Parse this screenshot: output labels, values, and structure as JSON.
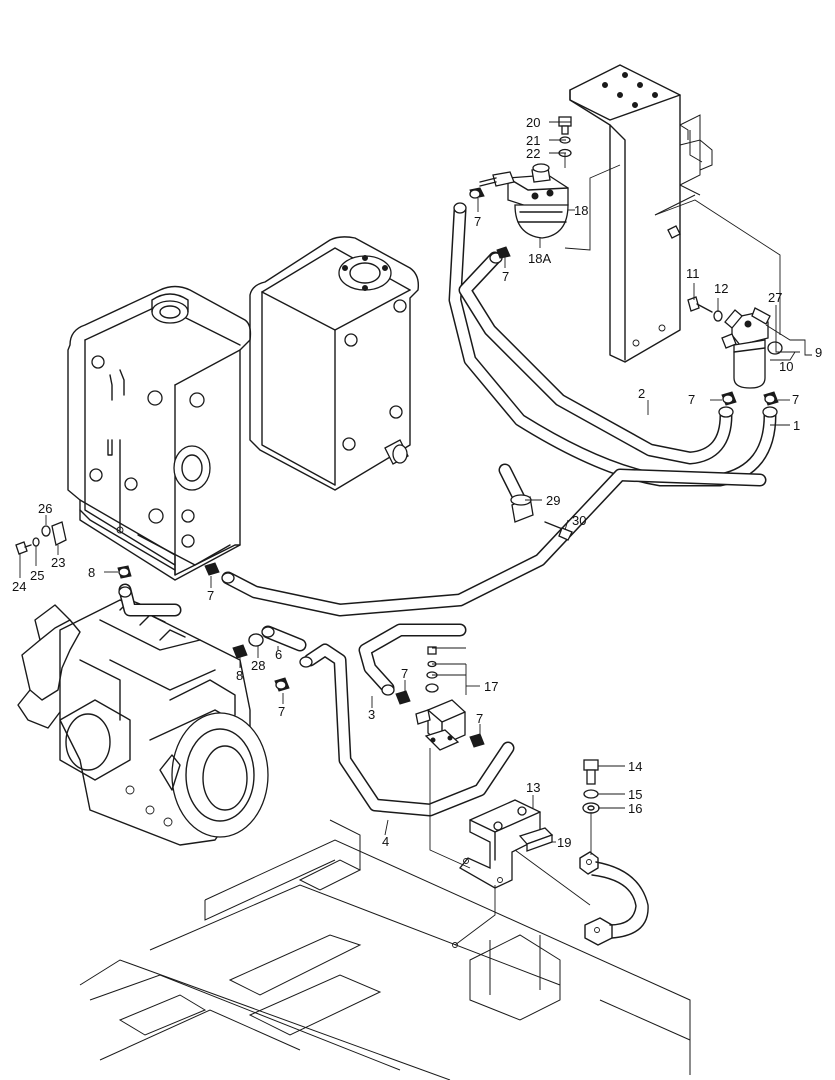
{
  "diagram": {
    "type": "exploded parts diagram",
    "callouts": {
      "c1": "1",
      "c2": "2",
      "c3": "3",
      "c4": "4",
      "c6": "6",
      "c7": "7",
      "c8": "8",
      "c9": "9",
      "c10": "10",
      "c11": "11",
      "c12": "12",
      "c13": "13",
      "c14": "14",
      "c15": "15",
      "c16": "16",
      "c17": "17",
      "c18": "18",
      "c18a": "18A",
      "c19": "19",
      "c20": "20",
      "c21": "21",
      "c22": "22",
      "c23": "23",
      "c24": "24",
      "c25": "25",
      "c26": "26",
      "c27": "27",
      "c28": "28",
      "c29": "29",
      "c30": "30"
    }
  }
}
